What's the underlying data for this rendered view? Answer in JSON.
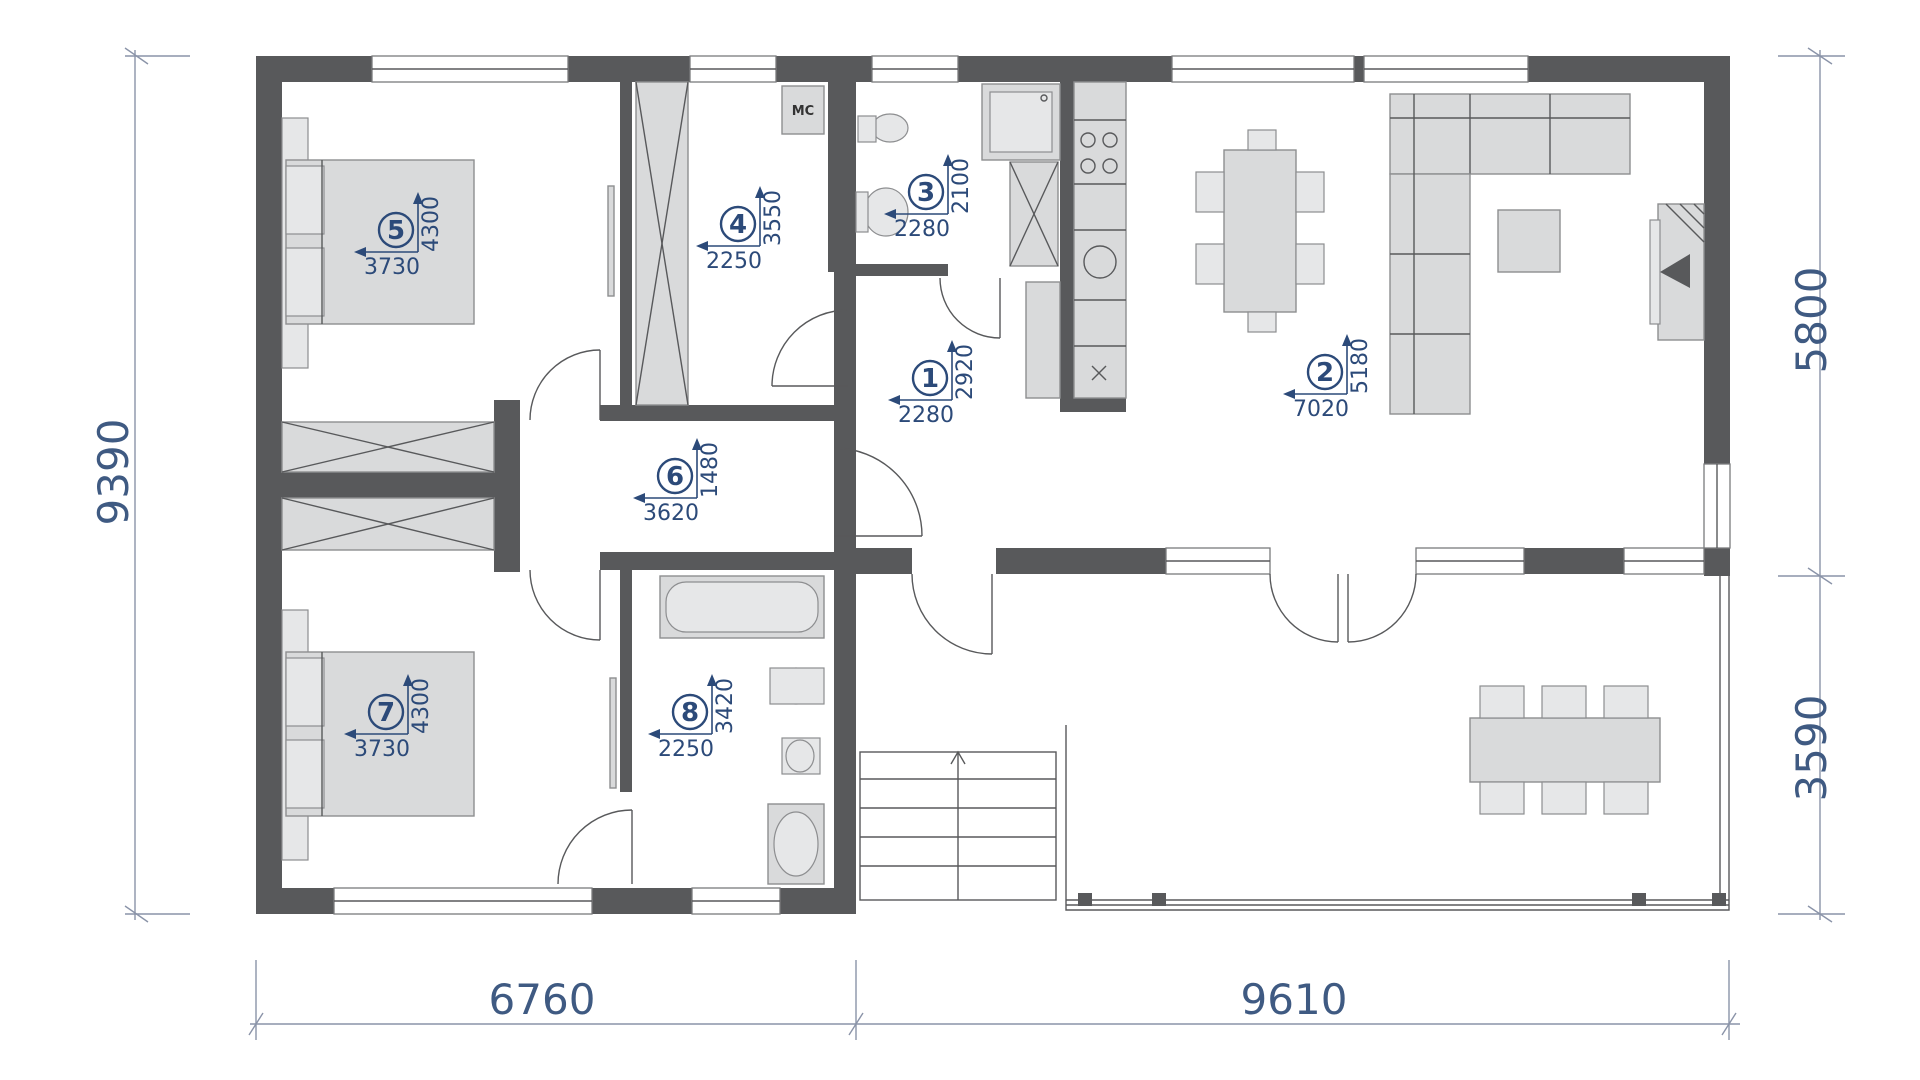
{
  "dimensions": {
    "total_height": "9390",
    "left_width": "6760",
    "right_width": "9610",
    "upper_height": "5800",
    "lower_height": "3590"
  },
  "rooms": [
    {
      "number": "1",
      "width": "2280",
      "depth": "2920"
    },
    {
      "number": "2",
      "width": "7020",
      "depth": "5180"
    },
    {
      "number": "3",
      "width": "2280",
      "depth": "2100"
    },
    {
      "number": "4",
      "width": "2250",
      "depth": "3550"
    },
    {
      "number": "5",
      "width": "3730",
      "depth": "4300"
    },
    {
      "number": "6",
      "width": "3620",
      "depth": "1480"
    },
    {
      "number": "7",
      "width": "3730",
      "depth": "4300"
    },
    {
      "number": "8",
      "width": "2250",
      "depth": "3420"
    }
  ],
  "labels": {
    "boiler": "МС"
  }
}
